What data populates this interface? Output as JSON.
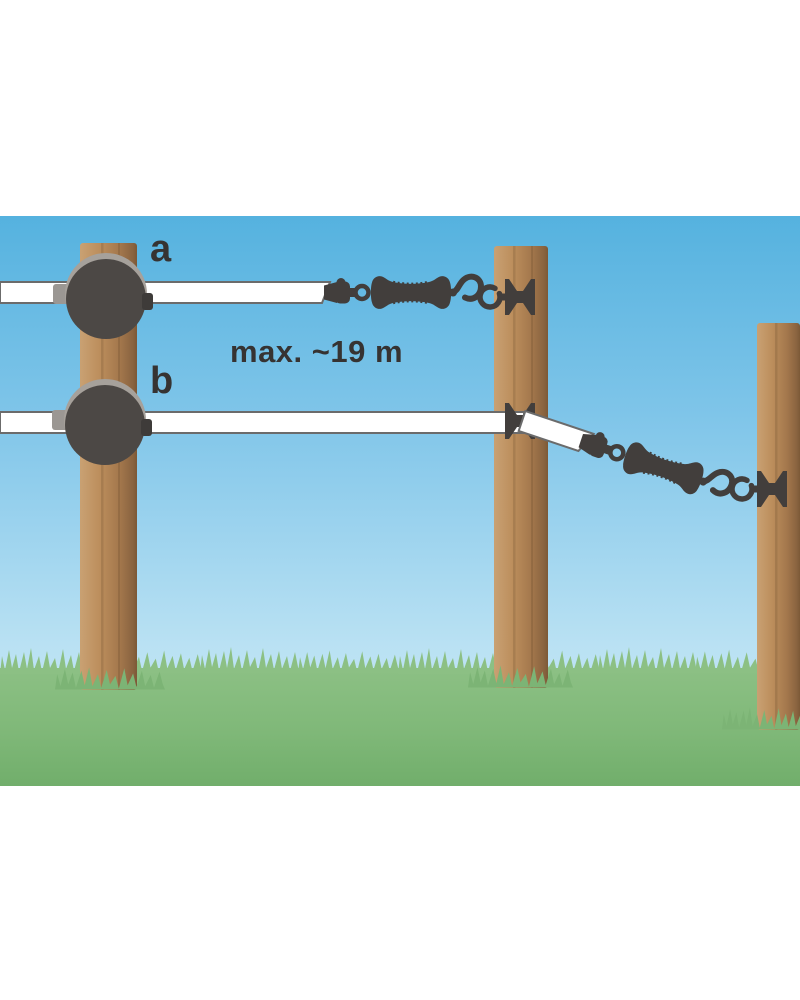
{
  "figure": {
    "type": "electric-fence-gate-instruction-illustration",
    "labels": {
      "option_a": "a",
      "option_b": "b",
      "max_distance": "max. ~19 m"
    },
    "colors": {
      "sky_top": "#55B2DF",
      "sky_horizon": "#CDEBF7",
      "grass_top": "#8CC084",
      "grass_bottom": "#71AE6B",
      "post_light": "#C9A173",
      "post_dark": "#7C5937",
      "hardware": "#423E3C",
      "tensioner_body": "#4C4845",
      "tensioner_rim": "#A6A19B",
      "tape_fill": "#FFFFFF",
      "tape_outline": "#6B6B6B",
      "label_text": "#363332"
    }
  }
}
